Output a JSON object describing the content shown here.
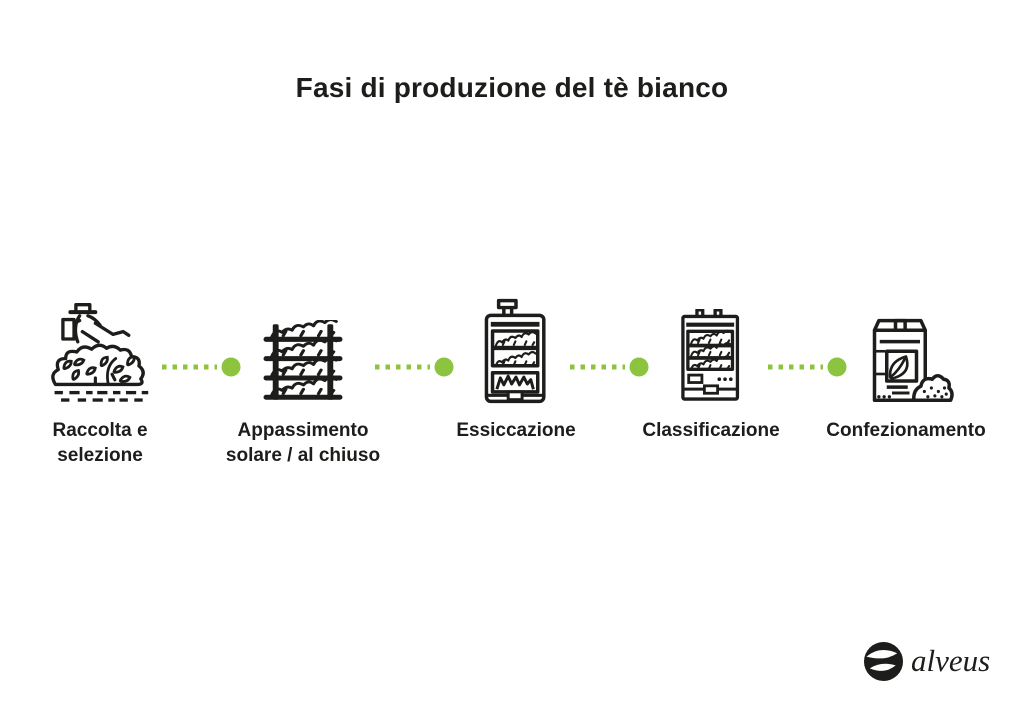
{
  "title": "Fasi di produzione del tè bianco",
  "colors": {
    "ink": "#1d1d1b",
    "accent": "#8dc43f",
    "background": "#ffffff"
  },
  "stages": [
    {
      "label": "Raccolta e\nselezione",
      "icon": "tea-picker-icon"
    },
    {
      "label": "Appassimento\nsolare / al chiuso",
      "icon": "withering-rack-icon"
    },
    {
      "label": "Essiccazione",
      "icon": "drying-oven-icon"
    },
    {
      "label": "Classificazione",
      "icon": "sorting-cabinet-icon"
    },
    {
      "label": "Confezionamento",
      "icon": "tea-bag-package-icon"
    }
  ],
  "connector": {
    "style": "green dotted line ending in filled dot",
    "color": "#8dc43f",
    "count": 4
  },
  "logo": {
    "text": "alveus",
    "mark": "alveus-circle-leaves-icon"
  }
}
